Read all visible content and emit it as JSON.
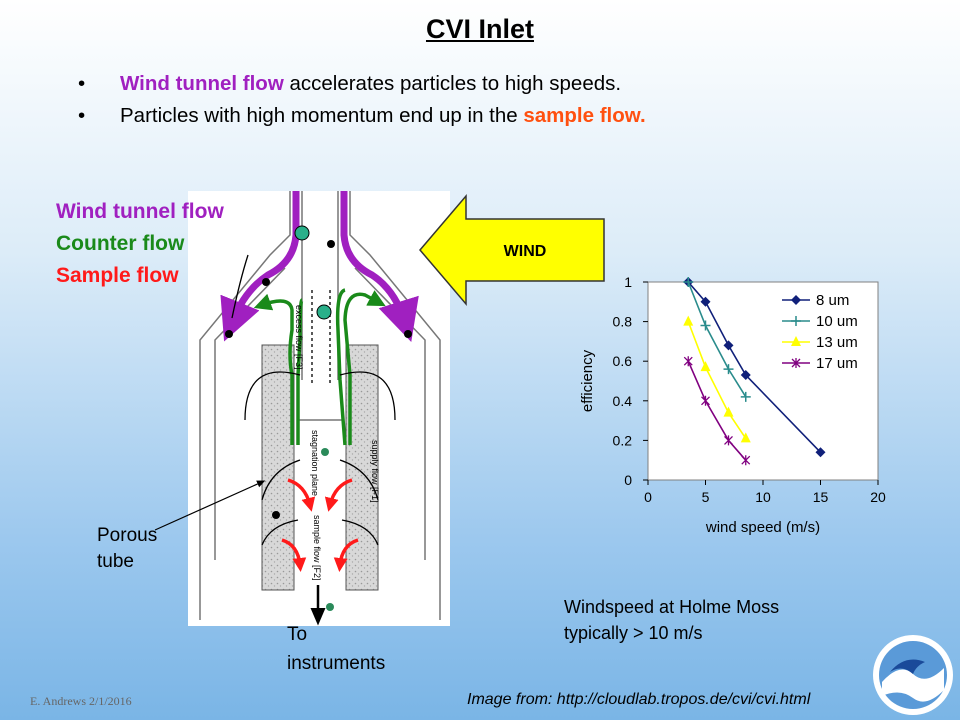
{
  "title": "CVI Inlet",
  "bullets": [
    {
      "dot": "•",
      "parts": [
        {
          "text": "Wind tunnel flow",
          "color": "#a020c0",
          "bold": true
        },
        {
          "text": " accelerates particles to high speeds.",
          "color": "#000000",
          "bold": false
        }
      ]
    },
    {
      "dot": "•",
      "parts": [
        {
          "text": "Particles with high momentum end up in the ",
          "color": "#000000",
          "bold": false
        },
        {
          "text": "sample flow.",
          "color": "#ff5010",
          "bold": true
        }
      ]
    }
  ],
  "diagram": {
    "legend": [
      {
        "label": "Wind tunnel flow",
        "color": "#a020c0"
      },
      {
        "label": "Counter flow",
        "color": "#1a8a1a"
      },
      {
        "label": "Sample flow",
        "color": "#ff1a1a"
      }
    ],
    "wind_label": "WIND",
    "labels": {
      "excess": "excess flow [F3]",
      "stagnation": "stagnation plane",
      "supply": "supply flow [F1]",
      "sample": "sample flow [F2]"
    },
    "porous_tube": [
      "Porous",
      "tube"
    ],
    "to_instruments": [
      "To",
      "instruments"
    ]
  },
  "note": [
    "Windspeed at Holme Moss",
    "typically > 10 m/s"
  ],
  "footer_left": "E. Andrews   2/1/2016",
  "footer_right": "Image from: http://cloudlab.tropos.de/cvi/cvi.html",
  "colors": {
    "wind_arrow": "#ffff00",
    "purple": "#a020c0",
    "green": "#1a8a1a",
    "red": "#ff1a1a",
    "orange": "#ff5010"
  },
  "icons": {
    "logo": "noaa-logo"
  },
  "chart_data": {
    "type": "line",
    "xlabel": "wind speed (m/s)",
    "ylabel": "efficiency",
    "xlim": [
      0,
      20
    ],
    "ylim": [
      0,
      1
    ],
    "xticks": [
      0,
      5,
      10,
      15,
      20
    ],
    "yticks": [
      0,
      0.2,
      0.4,
      0.6,
      0.8,
      1
    ],
    "grid": false,
    "legend_position": "top-right",
    "series": [
      {
        "name": "8 um",
        "color": "#10207a",
        "marker": "diamond",
        "x": [
          3.5,
          5,
          7,
          8.5,
          15
        ],
        "y": [
          1.0,
          0.9,
          0.68,
          0.53,
          0.14
        ]
      },
      {
        "name": "10 um",
        "color": "#2a8c8c",
        "marker": "plus",
        "x": [
          3.5,
          5,
          7,
          8.5
        ],
        "y": [
          1.0,
          0.78,
          0.56,
          0.42
        ]
      },
      {
        "name": "13 um",
        "color": "#ffff00",
        "marker": "triangle",
        "x": [
          3.5,
          5,
          7,
          8.5
        ],
        "y": [
          0.8,
          0.57,
          0.34,
          0.21
        ]
      },
      {
        "name": "17 um",
        "color": "#800080",
        "marker": "star",
        "x": [
          3.5,
          5,
          7,
          8.5
        ],
        "y": [
          0.6,
          0.4,
          0.2,
          0.1
        ]
      }
    ]
  }
}
